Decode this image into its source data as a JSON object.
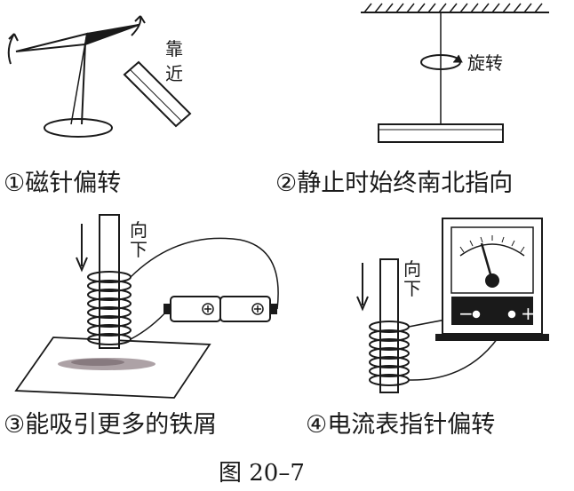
{
  "figure": {
    "title": "图 20–7",
    "panels": [
      {
        "id": 1,
        "caption": "①磁针偏转",
        "labels": {
          "approach_line1": "靠",
          "approach_line2": "近"
        },
        "elements": [
          "compass-needle-on-stand",
          "bar-magnet",
          "rotation-arrows"
        ]
      },
      {
        "id": 2,
        "caption": "②静止时始终南北指向",
        "labels": {
          "rotate": "旋转"
        },
        "elements": [
          "ceiling-hatch",
          "suspension-thread",
          "bar-magnet-hanging",
          "rotation-arrow"
        ]
      },
      {
        "id": 3,
        "caption": "③能吸引更多的铁屑",
        "labels": {
          "down_line1": "向",
          "down_line2": "下"
        },
        "elements": [
          "iron-rod",
          "coil",
          "battery-pair",
          "paper-with-iron-filings",
          "down-arrow"
        ]
      },
      {
        "id": 4,
        "caption": "④电流表指针偏转",
        "labels": {
          "down_line1": "向",
          "down_line2": "下",
          "minus": "−",
          "plus": "+"
        },
        "elements": [
          "iron-rod",
          "coil",
          "ammeter",
          "down-arrow"
        ]
      }
    ]
  },
  "colors": {
    "ink": "#1a1a1a",
    "paper": "#ffffff",
    "filings": "#8a7a80"
  }
}
